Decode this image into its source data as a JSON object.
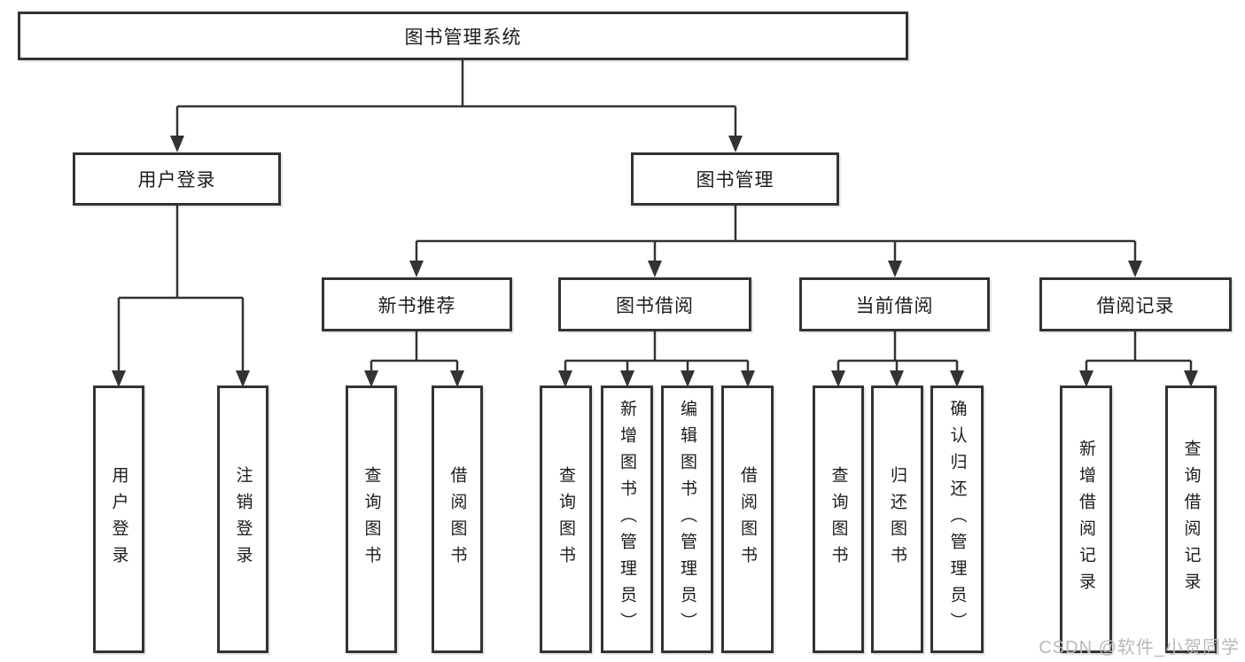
{
  "nodes": {
    "root": "图书管理系统",
    "user_login": "用户登录",
    "book_mgmt": "图书管理",
    "new_book_rec": "新书推荐",
    "book_borrow": "图书借阅",
    "current_borrow": "当前借阅",
    "borrow_record": "借阅记录",
    "leaf_user_login": "用户登录",
    "leaf_logout": "注销登录",
    "rec_query": "查询图书",
    "rec_borrow": "借阅图书",
    "bb_query": "查询图书",
    "bb_add": "新增图书（管理员）",
    "bb_edit": "编辑图书（管理员）",
    "bb_borrow": "借阅图书",
    "cb_query": "查询图书",
    "cb_return": "归还图书",
    "cb_confirm": "确认归还（管理员）",
    "br_add": "新增借阅记录",
    "br_query": "查询借阅记录"
  },
  "watermark": "CSDN @软件_小贺同学",
  "colors": {
    "line": "#333333",
    "text": "#1c1c1c",
    "watermark": "#b9b9b9",
    "background": "#ffffff"
  }
}
